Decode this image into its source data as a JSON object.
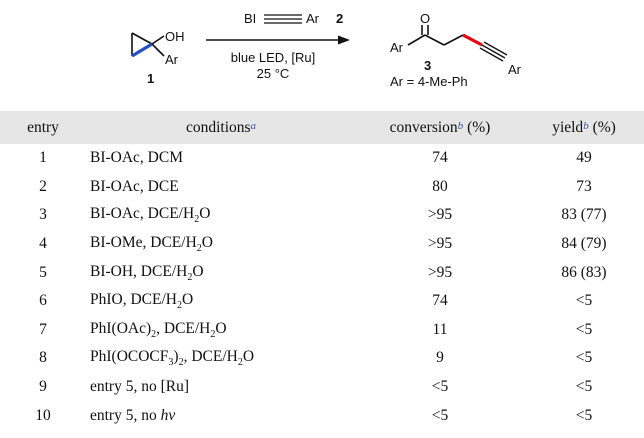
{
  "scheme": {
    "reagent_prefix": "BI",
    "ar": "Ar",
    "reagent_number": "2",
    "oh": "OH",
    "compound1_number": "1",
    "conditions_line1": "blue LED, [Ru]",
    "conditions_line2": "25 °C",
    "ketone_o": "O",
    "product_number": "3",
    "ar_definition": "Ar = 4-Me-Ph",
    "bond_highlight_color": "#e8000b",
    "ring_bond_highlight_color": "#1f4fc9"
  },
  "table": {
    "headers": {
      "entry": "entry",
      "conditions": "conditions",
      "conditions_fn": "a",
      "conversion": "conversion",
      "conversion_fn": "b",
      "conversion_unit": "(%)",
      "yield": "yield",
      "yield_fn": "b",
      "yield_unit": "(%)"
    },
    "rows": [
      {
        "entry": "1",
        "c_pre": "BI-OAc, DCM",
        "c_sub": "",
        "c_post": "",
        "conversion": "74",
        "yield": "49"
      },
      {
        "entry": "2",
        "c_pre": "BI-OAc, DCE",
        "c_sub": "",
        "c_post": "",
        "conversion": "80",
        "yield": "73"
      },
      {
        "entry": "3",
        "c_pre": "BI-OAc, DCE/H",
        "c_sub": "2",
        "c_post": "O",
        "conversion": ">95",
        "yield": "83 (77)"
      },
      {
        "entry": "4",
        "c_pre": "BI-OMe, DCE/H",
        "c_sub": "2",
        "c_post": "O",
        "conversion": ">95",
        "yield": "84 (79)"
      },
      {
        "entry": "5",
        "c_pre": "BI-OH, DCE/H",
        "c_sub": "2",
        "c_post": "O",
        "conversion": ">95",
        "yield": "86 (83)"
      },
      {
        "entry": "6",
        "c_pre": "PhIO, DCE/H",
        "c_sub": "2",
        "c_post": "O",
        "conversion": "74",
        "yield": "<5"
      },
      {
        "entry": "7",
        "c_pre": "PhI(OAc)",
        "c_sub": "2",
        "c_post": ", DCE/H",
        "c_sub2": "2",
        "c_post2": "O",
        "conversion": "11",
        "yield": "<5"
      },
      {
        "entry": "8",
        "c_pre": "PhI(OCOCF",
        "c_sub": "3",
        "c_post": ")",
        "c_sub2": "2",
        "c_post2": ", DCE/H",
        "c_sub3": "2",
        "c_post3": "O",
        "conversion": "9",
        "yield": "<5"
      },
      {
        "entry": "9",
        "c_pre": "entry 5, no [Ru]",
        "c_sub": "",
        "c_post": "",
        "conversion": "<5",
        "yield": "<5"
      },
      {
        "entry": "10",
        "c_pre": "entry 5, no ",
        "c_italic": "hν",
        "conversion": "<5",
        "yield": "<5"
      }
    ]
  }
}
